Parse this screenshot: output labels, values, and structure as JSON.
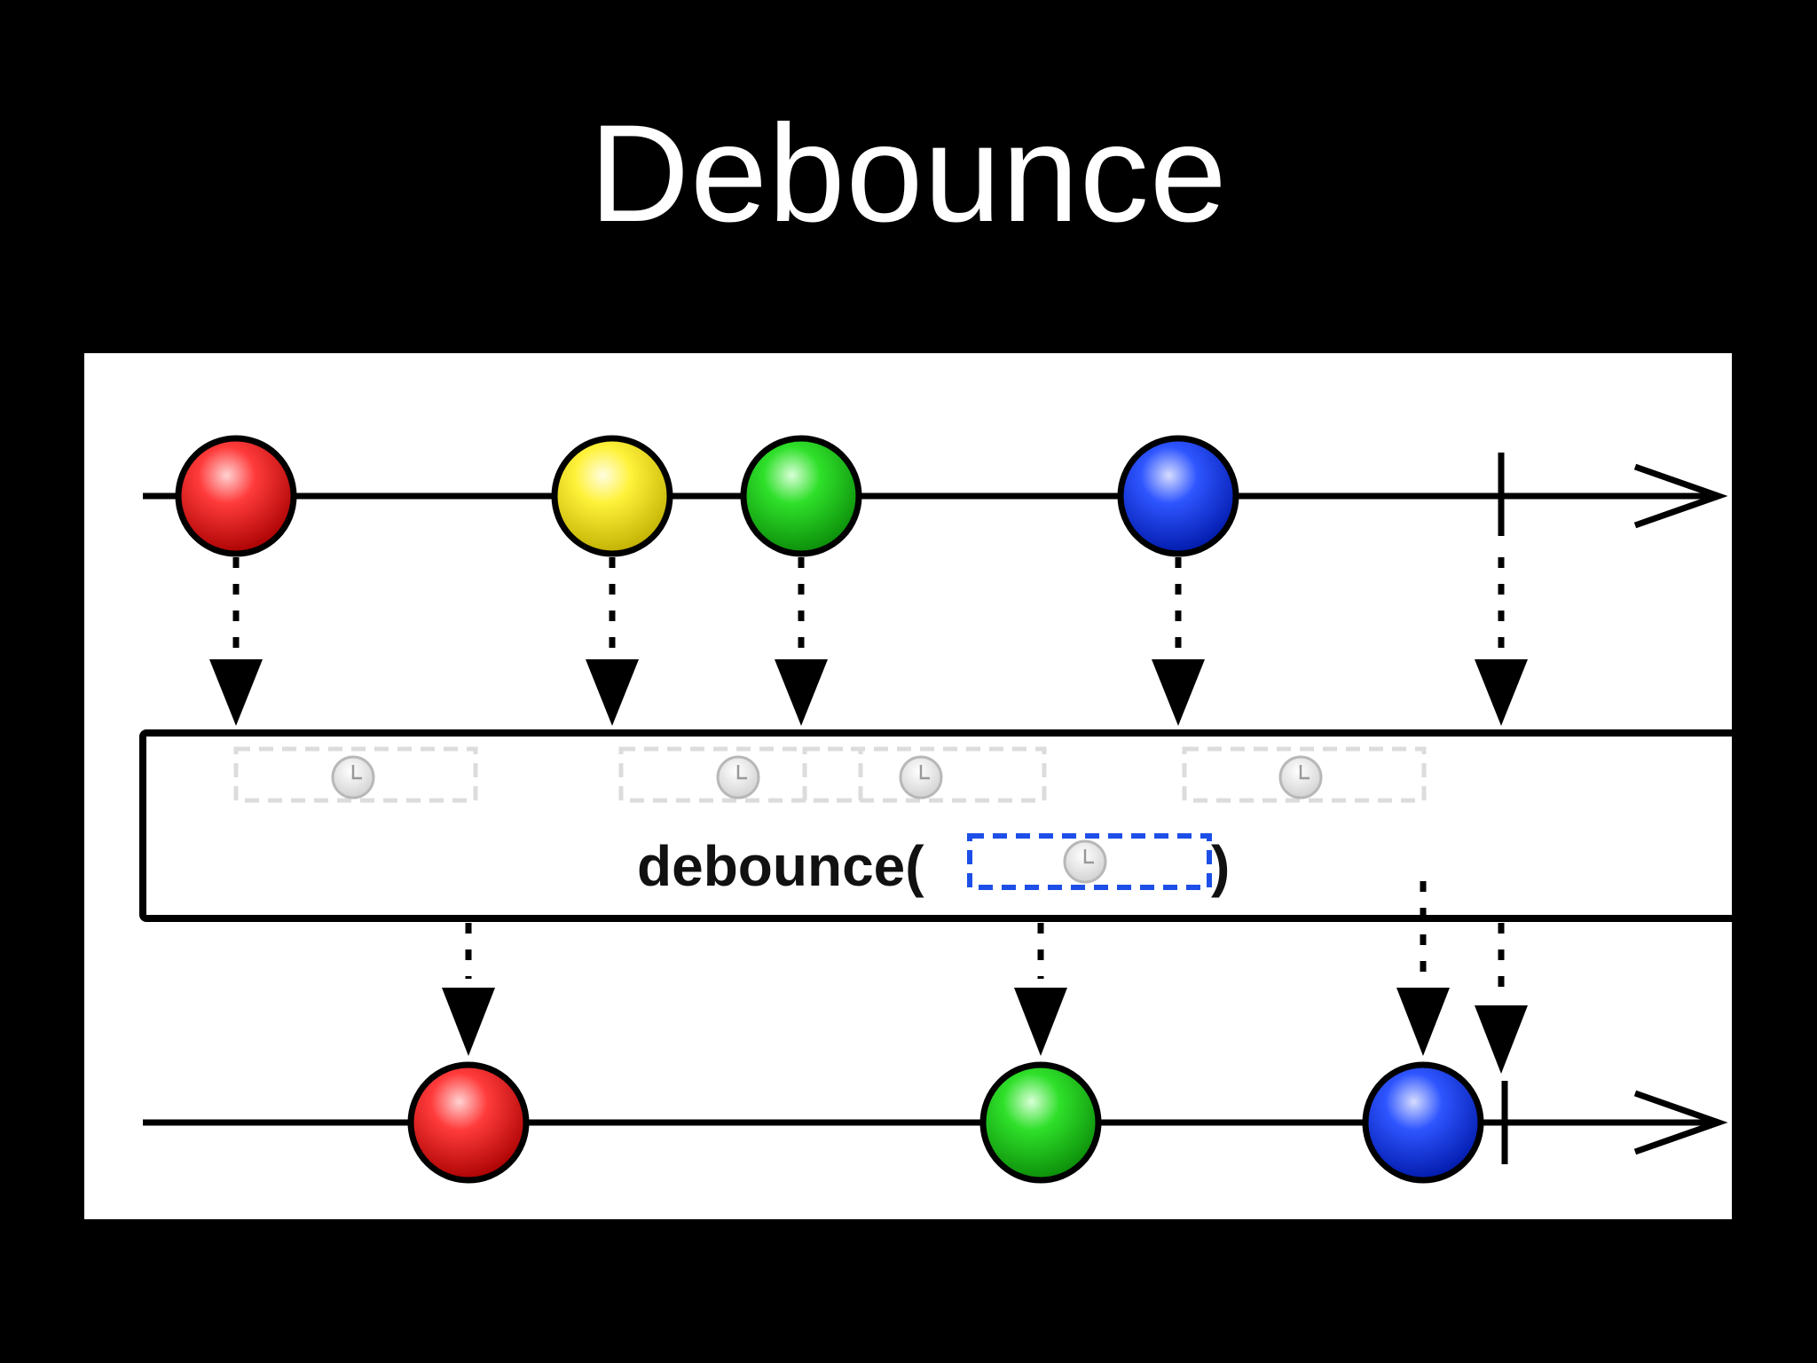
{
  "slide": {
    "title": "Debounce"
  },
  "diagram": {
    "operator": {
      "label_prefix": "debounce(",
      "label_suffix": ")",
      "param_icon": "clock-icon"
    },
    "input_events": [
      {
        "id": "red",
        "color": "#e8141b"
      },
      {
        "id": "yellow",
        "color": "#f4e81b"
      },
      {
        "id": "green",
        "color": "#1fc41b"
      },
      {
        "id": "blue",
        "color": "#1a3ff0"
      }
    ],
    "output_events": [
      {
        "id": "red",
        "color": "#e8141b"
      },
      {
        "id": "green",
        "color": "#1fc41b"
      },
      {
        "id": "blue",
        "color": "#1a3ff0"
      }
    ],
    "colors": {
      "timeline": "#000000",
      "param_box": "#1d4fe8",
      "timer_box": "#d9d9d9"
    }
  }
}
